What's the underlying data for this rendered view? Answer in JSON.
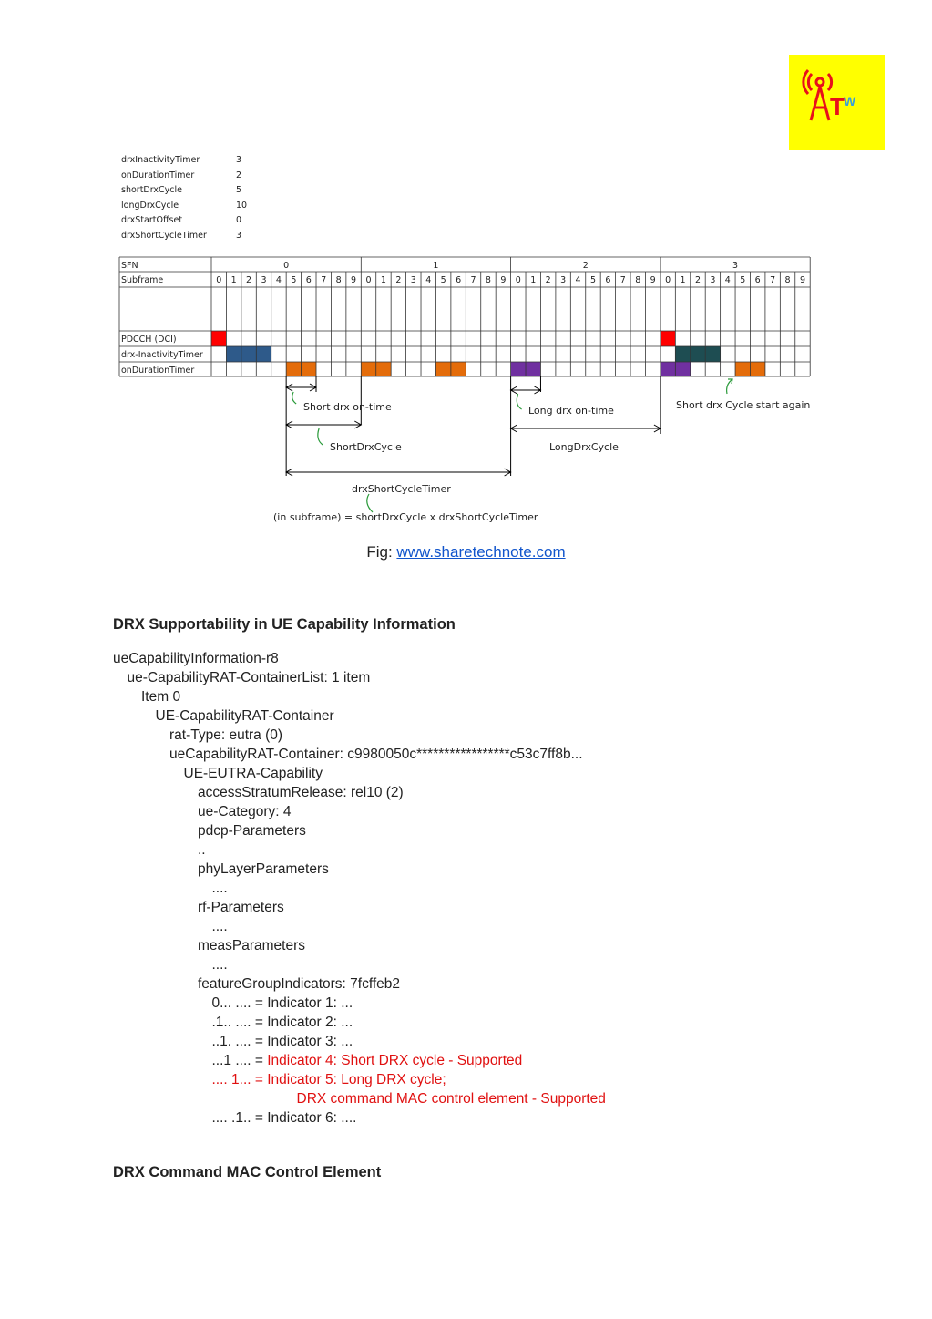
{
  "logo": {
    "letters": "TW",
    "colors": {
      "background": "#ffff00",
      "mark": "#e8101b"
    }
  },
  "params": [
    {
      "name": "drxInactivityTimer",
      "value": "3"
    },
    {
      "name": "onDurationTimer",
      "value": "2"
    },
    {
      "name": "shortDrxCycle",
      "value": "5"
    },
    {
      "name": "longDrxCycle",
      "value": "10"
    },
    {
      "name": "drxStartOffset",
      "value": "0"
    },
    {
      "name": "drxShortCycleTimer",
      "value": "3"
    }
  ],
  "diagram": {
    "row_labels": {
      "sfn": "SFN",
      "subframe": "Subframe",
      "pdcch": "PDCCH (DCI)",
      "inactivity": "drx-InactivityTimer",
      "onduration": "onDurationTimer"
    },
    "sfn_values": [
      "0",
      "1",
      "2",
      "3"
    ],
    "subframes_per_frame": 10,
    "colors": {
      "pdcch": "#ff0000",
      "inactivity_a": "#2e5a8a",
      "inactivity_b": "#1e4d52",
      "onduration_orange": "#e46c0a",
      "onduration_purple": "#7030a0",
      "arrow": "#000000",
      "green_hook": "#2a9a3a"
    },
    "cells": {
      "pdcch": [
        0,
        30
      ],
      "inactivity_a": [
        1,
        2,
        3
      ],
      "inactivity_b": [
        31,
        32,
        33
      ],
      "onduration_orange": [
        5,
        6,
        10,
        11,
        15,
        16,
        35,
        36
      ],
      "onduration_purple": [
        20,
        21,
        30,
        31
      ]
    },
    "annotations": {
      "short_on": "Short drx on-time",
      "long_on": "Long drx on-time",
      "short_again": "Short drx Cycle start again",
      "short_cycle": "ShortDrxCycle",
      "long_cycle": "LongDrxCycle",
      "timer": "drxShortCycleTimer",
      "formula": "(in subframe) = shortDrxCycle x drxShortCycleTimer"
    }
  },
  "caption": {
    "prefix": "Fig: ",
    "link": "www.sharetechnote.com"
  },
  "section1": {
    "title": "DRX Supportability in UE Capability Information"
  },
  "tree": [
    {
      "indent": 0,
      "text": "ueCapabilityInformation-r8"
    },
    {
      "indent": 1,
      "text": "ue-CapabilityRAT-ContainerList: 1 item"
    },
    {
      "indent": 2,
      "text": "Item 0"
    },
    {
      "indent": 3,
      "text": "UE-CapabilityRAT-Container"
    },
    {
      "indent": 4,
      "text": "rat-Type: eutra (0)"
    },
    {
      "indent": 4,
      "text": "ueCapabilityRAT-Container: c9980050c*****************c53c7ff8b..."
    },
    {
      "indent": 5,
      "text": "UE-EUTRA-Capability"
    },
    {
      "indent": 6,
      "text": "accessStratumRelease: rel10 (2)"
    },
    {
      "indent": 6,
      "text": "ue-Category: 4"
    },
    {
      "indent": 6,
      "text": "pdcp-Parameters"
    },
    {
      "indent": 6,
      "text": ".."
    },
    {
      "indent": 6,
      "text": "phyLayerParameters"
    },
    {
      "indent": 7,
      "text": "...."
    },
    {
      "indent": 6,
      "text": "rf-Parameters"
    },
    {
      "indent": 7,
      "text": "...."
    },
    {
      "indent": 6,
      "text": "measParameters"
    },
    {
      "indent": 7,
      "text": "...."
    },
    {
      "indent": 6,
      "text": "featureGroupIndicators: 7fcffeb2"
    },
    {
      "indent": 7,
      "text": "0... .... = Indicator 1: ..."
    },
    {
      "indent": 7,
      "text": ".1.. .... = Indicator 2: ..."
    },
    {
      "indent": 7,
      "text": "..1. .... = Indicator 3: ..."
    },
    {
      "indent": 7,
      "text": "...1 .... = ",
      "red": "Indicator 4: Short DRX cycle - Supported"
    },
    {
      "indent": 7,
      "text": "",
      "red": ".... 1... = Indicator 5: Long DRX cycle;"
    },
    {
      "indent": 13,
      "text": "",
      "red": "DRX command MAC control element - Supported"
    },
    {
      "indent": 7,
      "text": ".... .1.. = Indicator 6: ...."
    }
  ],
  "section2": {
    "title": "DRX Command MAC Control Element"
  }
}
